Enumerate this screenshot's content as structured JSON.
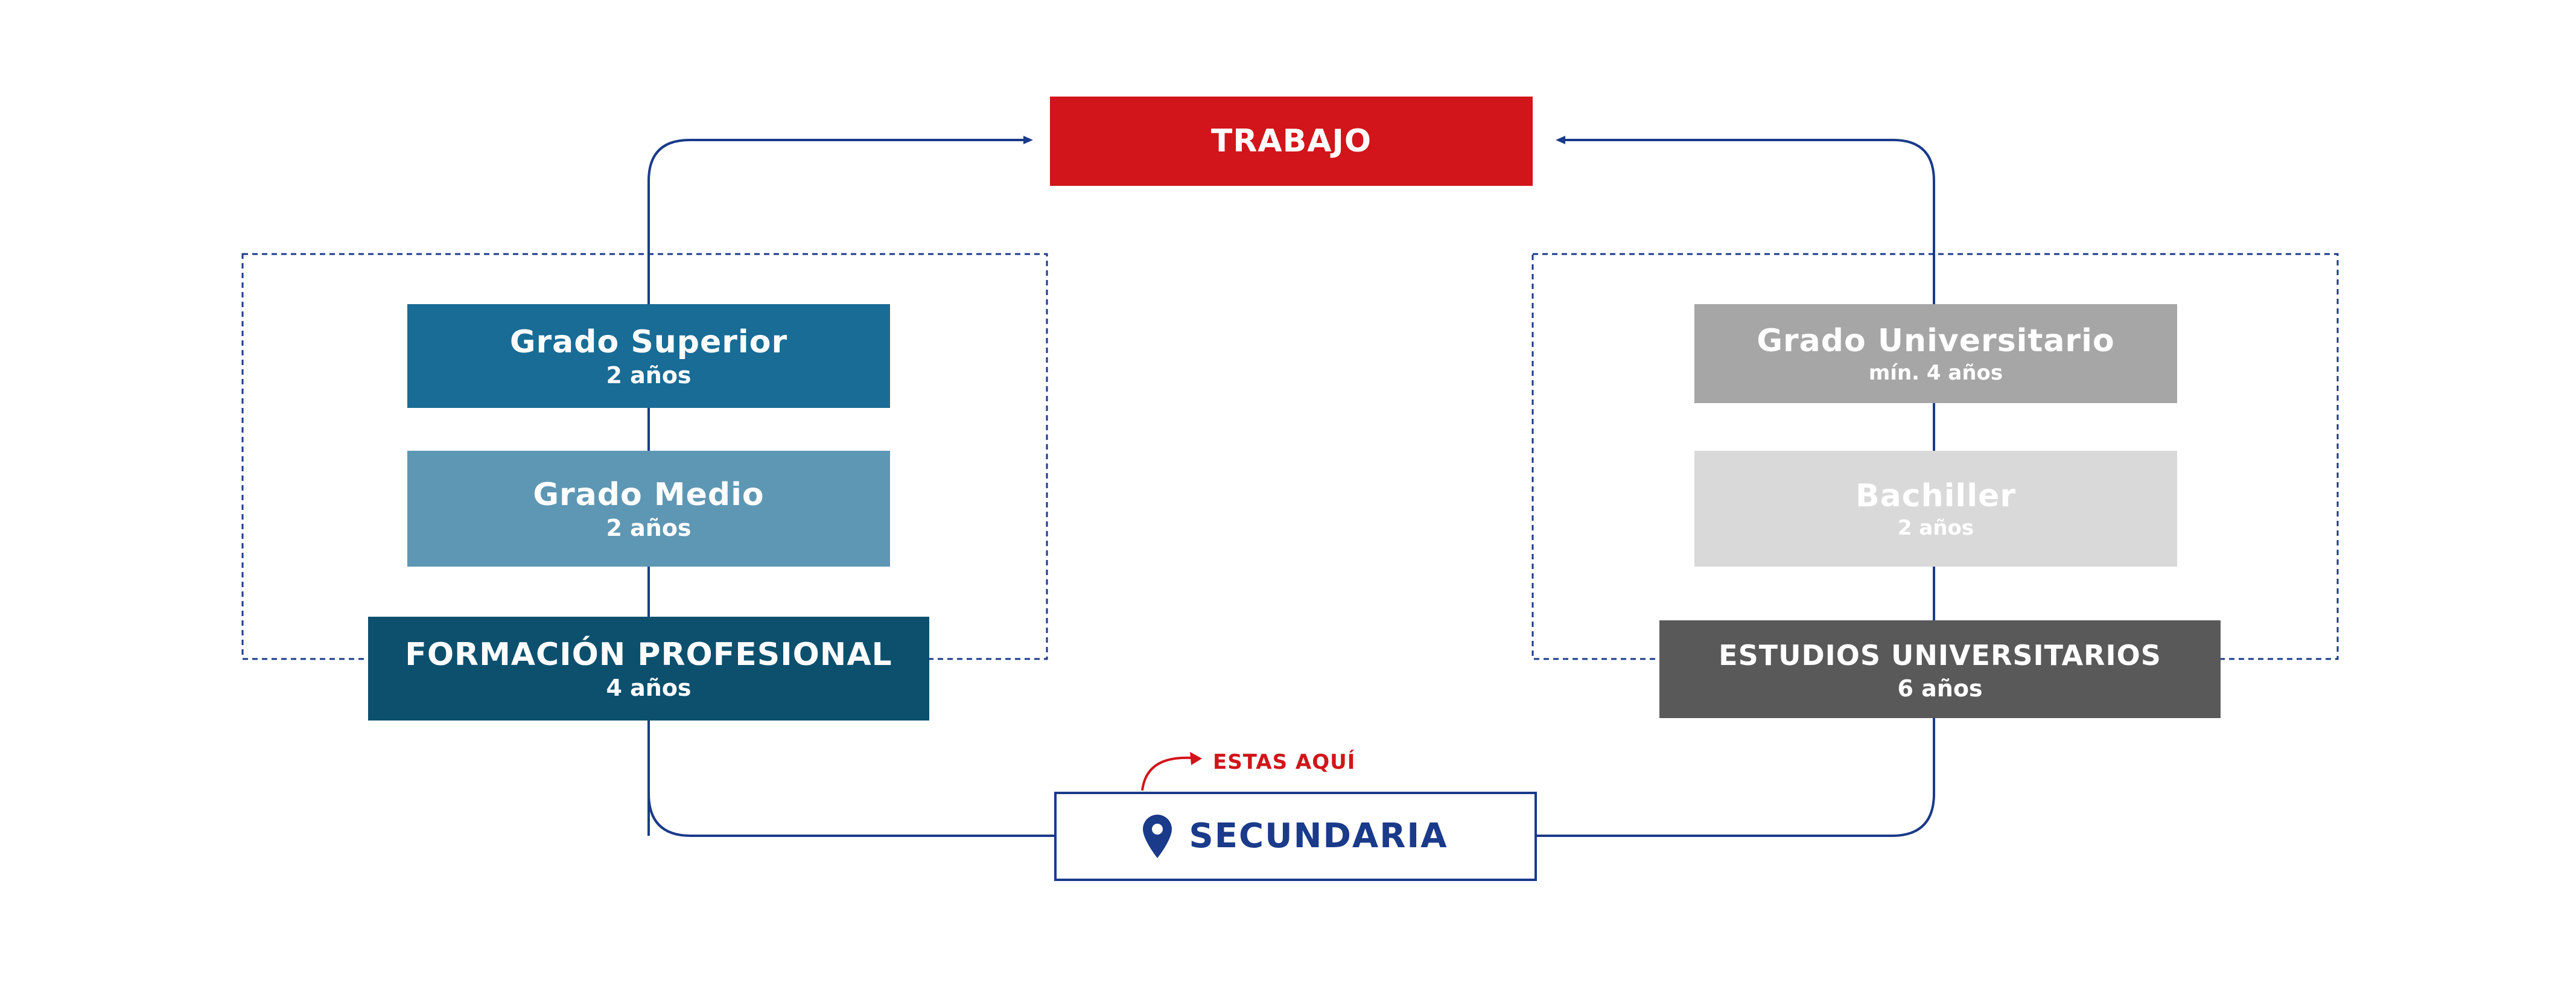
{
  "colors": {
    "trabajo": "#d1151a",
    "grado_superior": "#186c96",
    "grado_medio": "#5e97b4",
    "formacion_profesional": "#0c506e",
    "grado_universitario": "#a6a6a6",
    "bachiller": "#d9d9d9",
    "estudios_universitarios": "#595959",
    "secundaria": "#1a3a8a",
    "lines": "#1a3a8a",
    "annotation": "#d1151a"
  },
  "trabajo": {
    "label": "TRABAJO"
  },
  "left": {
    "grado_superior": {
      "title": "Grado Superior",
      "duration": "2 años"
    },
    "grado_medio": {
      "title": "Grado Medio",
      "duration": "2 años"
    },
    "formacion_profesional": {
      "title": "FORMACIÓN PROFESIONAL",
      "duration": "4 años"
    }
  },
  "right": {
    "grado_universitario": {
      "title": "Grado Universitario",
      "duration": "mín. 4 años"
    },
    "bachiller": {
      "title": "Bachiller",
      "duration": "2 años"
    },
    "estudios_universitarios": {
      "title": "ESTUDIOS UNIVERSITARIOS",
      "duration": "6 años"
    }
  },
  "secundaria": {
    "label": "SECUNDARIA",
    "icon": "location-pin-icon"
  },
  "annotation": {
    "label": "ESTAS AQUÍ",
    "icon": "curved-arrow-icon"
  }
}
